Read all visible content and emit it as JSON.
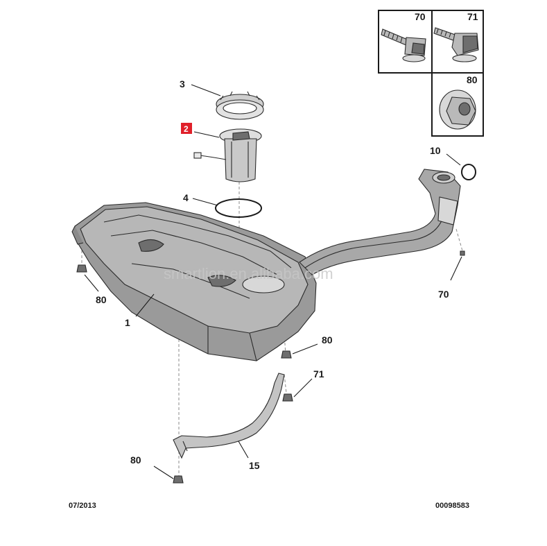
{
  "callouts": {
    "c70_box": "70",
    "c71_box": "71",
    "c80_box": "80",
    "c3": "3",
    "c2": "2",
    "c4": "4",
    "c10": "10",
    "c70": "70",
    "c80_left": "80",
    "c1": "1",
    "c80_right": "80",
    "c71": "71",
    "c80_bottom": "80",
    "c15": "15"
  },
  "footer": {
    "date": "07/2013",
    "ref": "00098583"
  },
  "watermark": "smartlion.en.alibaba.com",
  "colors": {
    "highlight": "#e0202a",
    "ink": "#1a1a1a"
  }
}
